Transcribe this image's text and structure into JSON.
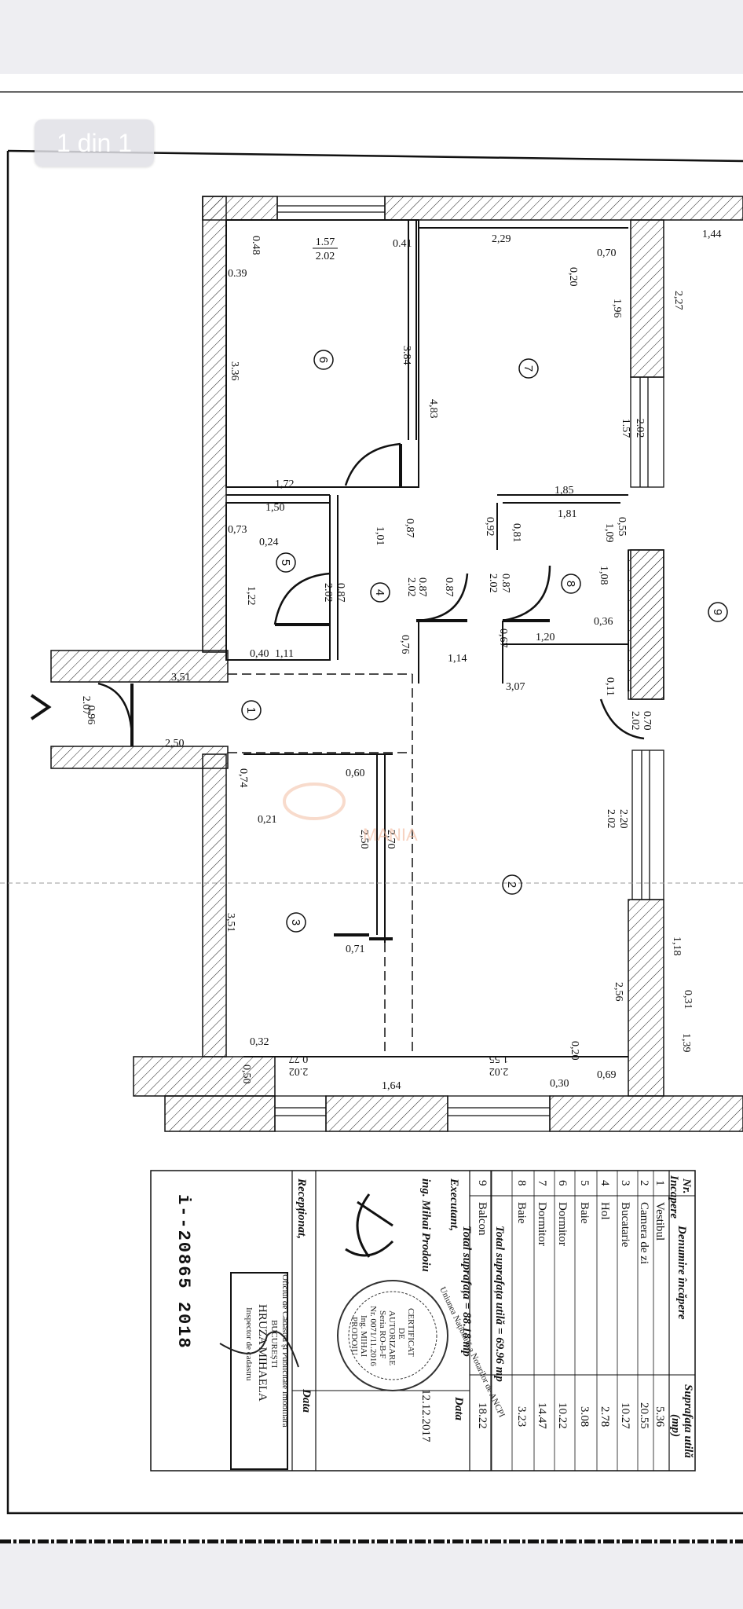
{
  "viewer": {
    "page_counter": "1 din 1"
  },
  "watermark": {
    "text": "MANIA"
  },
  "plan": {
    "dims": {
      "r6_door": "1.57",
      "r6_door_h": "2.02",
      "r6_a": "0.48",
      "r6_b": "0.39",
      "r6_c": "0.41",
      "r6_d": "3.36",
      "r6_e": "3.84",
      "r6_f": "1,72",
      "r7_a": "2,29",
      "r7_b": "0,70",
      "r7_c": "0,20",
      "r7_d": "1,96",
      "r7_e": "4,83",
      "r7_door": "1.57",
      "r7_door_h": "2.02",
      "top_right": "1,44",
      "right_a": "2,27",
      "r5_a": "1,50",
      "r5_b": "0,73",
      "r5_c": "0,24",
      "r5_d": "1,22",
      "r5_e": "0,40",
      "r5_f": "1,11",
      "door5": "0.87",
      "door5_h": "2.02",
      "door4": "0.87",
      "door4_h": "2.02",
      "r4_a": "1,01",
      "r4_b": "0,87",
      "r8_a": "1,85",
      "r8_b": "1,81",
      "r8_c": "0,92",
      "r8_d": "0,81",
      "r8_e": "0,55",
      "r8_f": "1,09",
      "door8": "0.87",
      "door8_h": "2.02",
      "r8_g": "1,08",
      "r8_h": "0,36",
      "r8_i": "1,20",
      "r8_j": "0,67",
      "r8_k": "1,14",
      "r4_c": "0,76",
      "r1_a": "3,51",
      "r1_b": "3,07",
      "r1_c": "0,11",
      "entry": "0.96",
      "entry_h": "2.07",
      "door2b": "0.70",
      "door2b_h": "2.02",
      "r1_d": "2,50",
      "r3_a": "0,74",
      "r3_b": "0,60",
      "r3_c": "0,21",
      "r3_d": "2,50",
      "r3_e": "2,70",
      "r2_door": "2.20",
      "r2_door_h": "2.02",
      "r3_f": "3,51",
      "r3_g": "0,71",
      "r2_a": "1,18",
      "r2_b": "0,31",
      "r2_c": "2,56",
      "r2_d": "1,39",
      "r3_h": "0,32",
      "r3_i": "0,50",
      "r3_win": "0.77",
      "r3_win_h": "2.02",
      "r2_win": "1.55",
      "r2_win_h": "2.02",
      "r2_e": "0,20",
      "r2_f": "0,30",
      "r2_g": "0,69",
      "r3_j": "1,64"
    },
    "rooms": [
      "1",
      "2",
      "3",
      "4",
      "5",
      "6",
      "7",
      "8",
      "9"
    ]
  },
  "table": {
    "header_nr": "Nr.",
    "header_nr2": "Incapere",
    "header_name": "Denumire încăpere",
    "header_area": "Suprafața utilă",
    "header_area_unit": "(mp)",
    "rows": [
      {
        "nr": "1",
        "name": "Vestibul",
        "area": "5.36"
      },
      {
        "nr": "2",
        "name": "Camera de zi",
        "area": "20.55"
      },
      {
        "nr": "3",
        "name": "Bucatarie",
        "area": "10.27"
      },
      {
        "nr": "4",
        "name": "Hol",
        "area": "2.78"
      },
      {
        "nr": "5",
        "name": "Baie",
        "area": "3.08"
      },
      {
        "nr": "6",
        "name": "Dormitor",
        "area": "10.22"
      },
      {
        "nr": "7",
        "name": "Dormitor",
        "area": "14.47"
      },
      {
        "nr": "8",
        "name": "Baie",
        "area": "3.23"
      }
    ],
    "total_util": "Total suprafața utilă = 69.96 mp",
    "balcony_nr": "9",
    "balcony_name": "Balcon",
    "balcony_area": "18.22",
    "total": "Total suprafața = 88.18 mp",
    "executant": "Executant,",
    "data_label": "Data",
    "engineer": "ing. Mihai Prodoiu",
    "date": "12.12.2017",
    "receptionat": "Recepționat,",
    "data_label2": "Data",
    "office": "Oficiul de Cadastru și Publicitate Imobiliară",
    "office2": "BUCUREȘTI",
    "inspector": "HRUZA MIHAELA",
    "inspector_title": "Inspector de cadastru",
    "serial": "i--20865 2018"
  },
  "stamp": {
    "l1": "CERTIFICAT",
    "l2": "DE",
    "l3": "AUTORIZARE",
    "l4": "Seria RO-B-F",
    "l5": "Nr. 0071/11.2016",
    "l6": "Ing. MIHAI",
    "l7": "PRODOIU",
    "ring": "Uniunea Națională a Notarilor de ANCPI"
  }
}
